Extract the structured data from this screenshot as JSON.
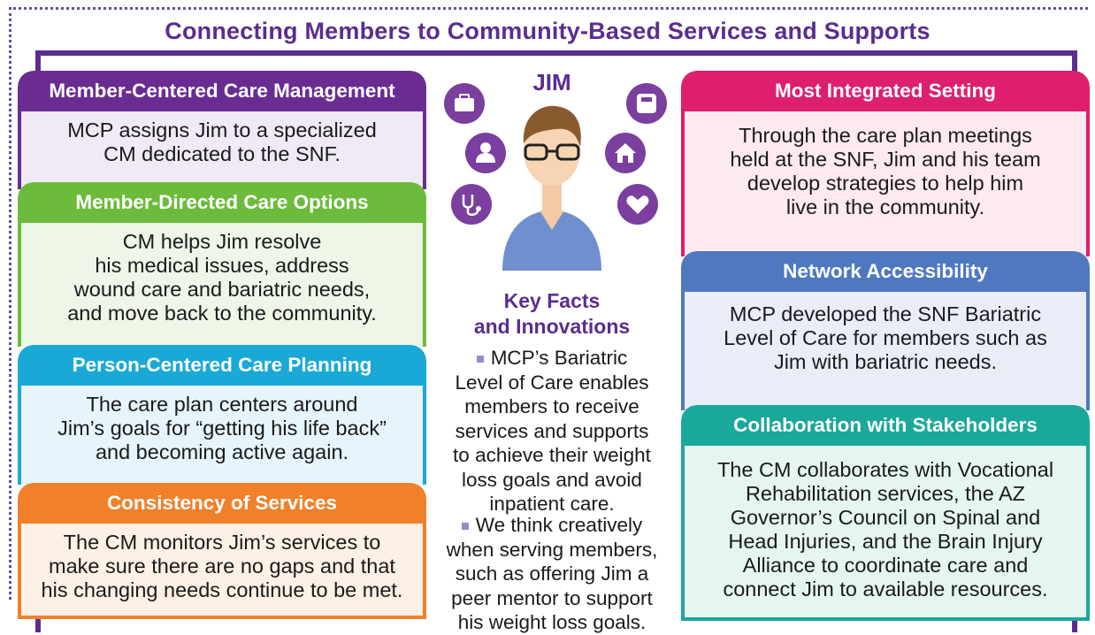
{
  "title": "Connecting Members to Community-Based Services and Supports",
  "colors": {
    "purple": "#6b2c91",
    "green": "#6cbb3c",
    "cyan": "#1aa9d6",
    "orange": "#f0802a",
    "magenta": "#dd1f6e",
    "blue": "#4f78c0",
    "teal": "#1aa89a"
  },
  "center": {
    "name": "JIM",
    "key_facts_line1": "Key Facts",
    "key_facts_line2": "and Innovations",
    "bullets": [
      [
        "MCP’s Bariatric",
        "Level of Care enables",
        "members to receive",
        "services and supports",
        "to achieve their weight",
        "loss goals and avoid",
        "inpatient care."
      ],
      [
        "We think creatively",
        "when serving members,",
        "such as offering Jim a",
        "peer mentor to support",
        "his weight loss goals."
      ]
    ],
    "icons": [
      "briefcase-icon",
      "scale-icon",
      "person-icon",
      "home-icon",
      "stethoscope-icon",
      "handshake-heart-icon"
    ]
  },
  "left": [
    {
      "heading": "Member-Centered Care Management",
      "lines": [
        "MCP assigns Jim to a specialized",
        "CM dedicated to the SNF."
      ]
    },
    {
      "heading": "Member-Directed Care Options",
      "lines": [
        "CM helps Jim resolve",
        "his medical issues, address",
        "wound care and bariatric needs,",
        "and move back to the community."
      ]
    },
    {
      "heading": "Person-Centered Care Planning",
      "lines": [
        "The care plan centers around",
        "Jim’s goals for “getting his life back”",
        "and becoming active again."
      ]
    },
    {
      "heading": "Consistency of Services",
      "lines": [
        "The CM monitors Jim’s services to",
        "make sure there are no gaps and that",
        "his changing needs continue to be met."
      ]
    }
  ],
  "right": [
    {
      "heading": "Most Integrated Setting",
      "lines": [
        "Through the care plan meetings",
        "held at the SNF, Jim and his team",
        "develop strategies to help him",
        "live in the community."
      ]
    },
    {
      "heading": "Network Accessibility",
      "lines": [
        "MCP developed the SNF Bariatric",
        "Level of Care for members such as",
        "Jim with bariatric needs."
      ]
    },
    {
      "heading": "Collaboration with Stakeholders",
      "lines": [
        "The CM collaborates with Vocational",
        "Rehabilitation services, the AZ",
        "Governor’s Council on Spinal and",
        "Head Injuries, and the Brain Injury",
        "Alliance to coordinate care and",
        "connect Jim to available resources."
      ]
    }
  ]
}
